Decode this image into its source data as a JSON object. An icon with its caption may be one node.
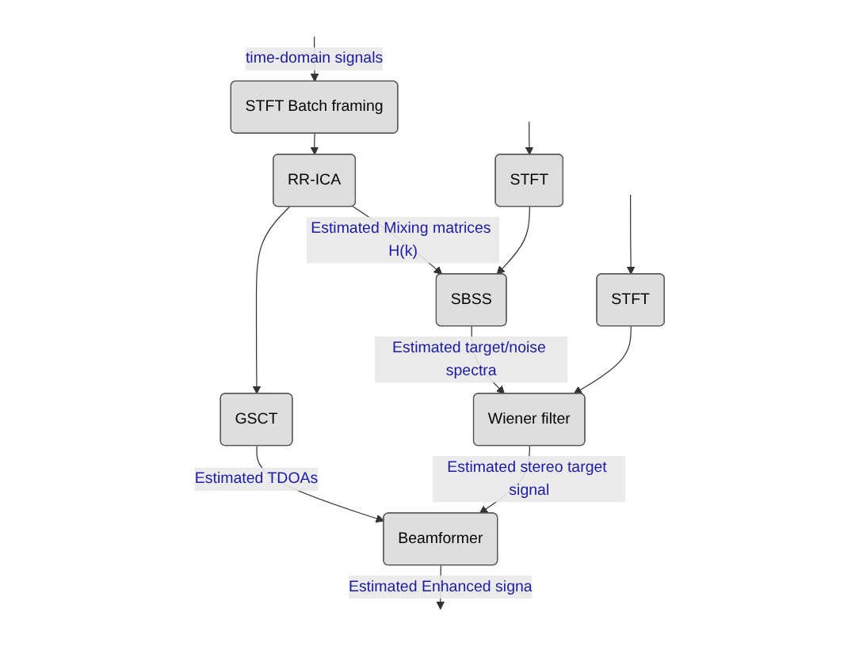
{
  "diagram": {
    "nodes": [
      {
        "text": [
          "STFT Batch framing"
        ]
      },
      {
        "text": [
          "RR-ICA"
        ]
      },
      {
        "text": [
          "GSCT"
        ]
      },
      {
        "text": [
          "STFT"
        ]
      },
      {
        "text": [
          "SBSS"
        ]
      },
      {
        "text": [
          "STFT"
        ]
      },
      {
        "text": [
          "Wiener filter"
        ]
      },
      {
        "text": [
          "Beamformer"
        ]
      }
    ],
    "edges": [
      {
        "from": null,
        "to": 0,
        "arrow": "to",
        "label": "time-domain signals"
      },
      {
        "from": 0,
        "to": 1,
        "arrow": "to"
      },
      {
        "from": 1,
        "to": 2,
        "arrow": "to"
      },
      {
        "from": 1,
        "to": 4,
        "arrow": "to",
        "label": "Estimated Mixing matrices H(k)"
      },
      {
        "from": 2,
        "to": 7,
        "arrow": "to",
        "label": "Estimated TDOAs"
      },
      {
        "from": null,
        "to": 3,
        "arrow": "to"
      },
      {
        "from": 3,
        "to": 4,
        "arrow": "to"
      },
      {
        "from": 4,
        "to": 6,
        "arrow": "to",
        "label": "Estimated target/noise spectra"
      },
      {
        "from": null,
        "to": 5,
        "arrow": "to"
      },
      {
        "from": 5,
        "to": 6,
        "arrow": "to"
      },
      {
        "from": 6,
        "to": 7,
        "arrow": "to",
        "label": "Estimated stereo target signal"
      },
      {
        "from": 7,
        "to": null,
        "arrow": "to",
        "label": "Estimated Enhanced signa"
      }
    ]
  }
}
